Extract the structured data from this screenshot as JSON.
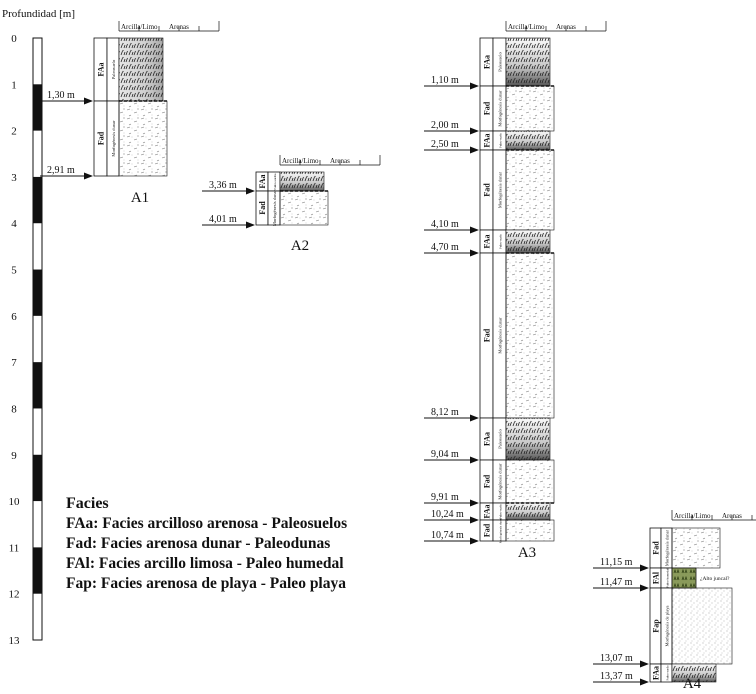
{
  "depth_scale": {
    "title": "Profundidad [m]",
    "ticks": [
      "0",
      "1",
      "2",
      "3",
      "4",
      "5",
      "6",
      "7",
      "8",
      "9",
      "10",
      "11",
      "12",
      "13"
    ]
  },
  "grain_header": {
    "clay": "Arcilla/Limo",
    "sand": "Arenas"
  },
  "colors": {
    "black": "#111111",
    "fal_fill": "#8a9a5b",
    "paper": "#ffffff"
  },
  "columns": [
    {
      "id": "A1",
      "label": "A1",
      "depth_labels": [
        "1,30 m",
        "2,91 m"
      ],
      "units": [
        {
          "code": "FAa",
          "desc": "Paleosuelo",
          "texture": "paleosol"
        },
        {
          "code": "Fad",
          "desc": "Morfogénesis dunar",
          "texture": "dune"
        }
      ]
    },
    {
      "id": "A2",
      "label": "A2",
      "depth_labels": [
        "3,36 m",
        "4,01 m"
      ],
      "units": [
        {
          "code": "FAa",
          "desc": "Paleo-suelos",
          "texture": "paleosol"
        },
        {
          "code": "Fad",
          "desc": "Morfogénesis dunar",
          "texture": "dune"
        }
      ]
    },
    {
      "id": "A3",
      "label": "A3",
      "depth_labels": [
        "1,10 m",
        "2,00 m",
        "2,50 m",
        "4,10 m",
        "4,70 m",
        "8,12 m",
        "9,04 m",
        "9,91 m",
        "10,24 m",
        "10,74 m"
      ],
      "units": [
        {
          "code": "FAa",
          "desc": "Paleosuelo",
          "texture": "paleosol"
        },
        {
          "code": "Fad",
          "desc": "Morfogénesis dunar",
          "texture": "dune"
        },
        {
          "code": "FAa",
          "desc": "Paleo-suelo",
          "texture": "paleosol"
        },
        {
          "code": "Fad",
          "desc": "Morfogénesis dunar",
          "texture": "dune"
        },
        {
          "code": "FAa",
          "desc": "Paleo-suelo",
          "texture": "paleosol"
        },
        {
          "code": "Fad",
          "desc": "Morfogénesis dunar",
          "texture": "dune"
        },
        {
          "code": "FAa",
          "desc": "Paleosuelo",
          "texture": "paleosol"
        },
        {
          "code": "Fad",
          "desc": "Morfogénesis dunar",
          "texture": "dune"
        },
        {
          "code": "FAa",
          "desc": "Paleo-suelo",
          "texture": "paleosol"
        },
        {
          "code": "Fad",
          "desc": "Morfogénesis dunar",
          "texture": "dune"
        }
      ]
    },
    {
      "id": "A4",
      "label": "A4",
      "depth_labels": [
        "11,15 m",
        "11,47 m",
        "13,07 m",
        "13,37 m"
      ],
      "note": "¿Alto juncal?",
      "units": [
        {
          "code": "Fad",
          "desc": "Morfogénesis dunar",
          "texture": "dune"
        },
        {
          "code": "FAl",
          "desc": "Paleo-humedal",
          "texture": "wetland"
        },
        {
          "code": "Fap",
          "desc": "Morfogénesis de playa",
          "texture": "beach"
        },
        {
          "code": "FAa",
          "desc": "Paleo-suelo",
          "texture": "paleosol"
        }
      ]
    }
  ],
  "legend": {
    "title": "Facies",
    "items": [
      "FAa: Facies arcilloso arenosa - Paleosuelos",
      "Fad: Facies arenosa dunar - Paleodunas",
      "FAl: Facies arcillo limosa - Paleo humedal",
      "Fap: Facies arenosa de playa - Paleo playa"
    ]
  }
}
